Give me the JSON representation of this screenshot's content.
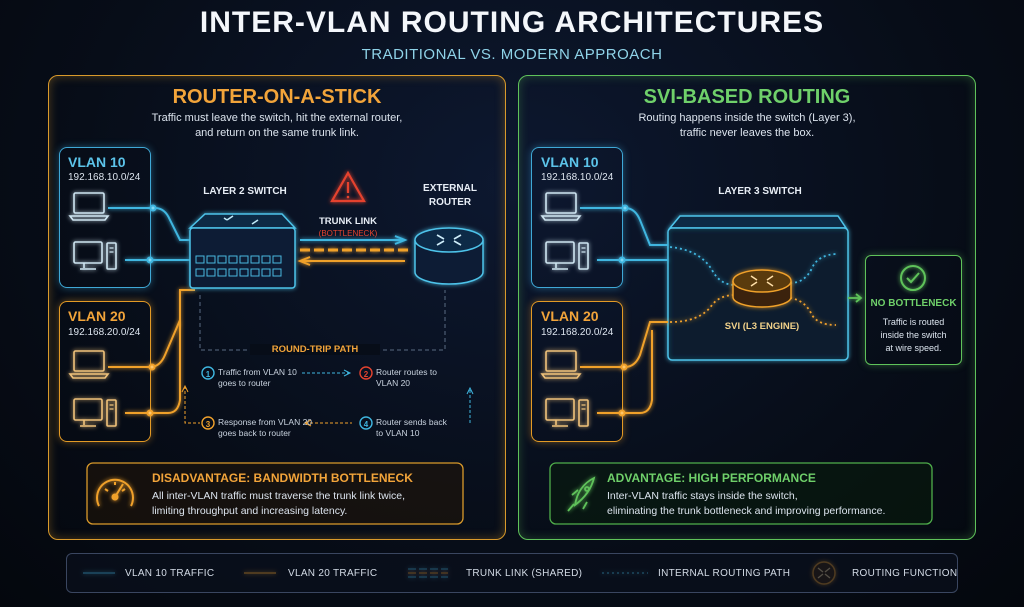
{
  "title": "INTER-VLAN ROUTING ARCHITECTURES",
  "subtitle": "TRADITIONAL VS. MODERN APPROACH",
  "left": {
    "title": "ROUTER-ON-A-STICK",
    "desc_line1": "Traffic must leave the switch, hit the external router,",
    "desc_line2": "and return on the same trunk link.",
    "vlan10": {
      "name": "VLAN 10",
      "subnet": "192.168.10.0/24"
    },
    "vlan20": {
      "name": "VLAN 20",
      "subnet": "192.168.20.0/24"
    },
    "switch_label": "LAYER 2 SWITCH",
    "router_label_1": "EXTERNAL",
    "router_label_2": "ROUTER",
    "trunk_label": "TRUNK LINK",
    "trunk_sub": "(BOTTLENECK)",
    "roundtrip": "ROUND-TRIP PATH",
    "steps": [
      {
        "num": "1",
        "line1": "Traffic from VLAN 10",
        "line2": "goes to router"
      },
      {
        "num": "2",
        "line1": "Router routes to",
        "line2": "VLAN 20"
      },
      {
        "num": "3",
        "line1": "Response from VLAN 20",
        "line2": "goes back to router"
      },
      {
        "num": "4",
        "line1": "Router sends back",
        "line2": "to VLAN 10"
      }
    ],
    "adv_title": "DISADVANTAGE: BANDWIDTH BOTTLENECK",
    "adv_line1": "All inter-VLAN traffic must traverse the trunk link twice,",
    "adv_line2": "limiting throughput and increasing latency."
  },
  "right": {
    "title": "SVI-BASED ROUTING",
    "desc_line1": "Routing happens inside the switch (Layer 3),",
    "desc_line2": "traffic never leaves the box.",
    "vlan10": {
      "name": "VLAN 10",
      "subnet": "192.168.10.0/24"
    },
    "vlan20": {
      "name": "VLAN 20",
      "subnet": "192.168.20.0/24"
    },
    "switch_label": "LAYER 3 SWITCH",
    "svi_label": "SVI (L3 ENGINE)",
    "nb_title": "NO BOTTLENECK",
    "nb_line1": "Traffic is routed",
    "nb_line2": "inside the switch",
    "nb_line3": "at wire speed.",
    "adv_title": "ADVANTAGE: HIGH PERFORMANCE",
    "adv_line1": "Inter-VLAN traffic stays inside the switch,",
    "adv_line2": "eliminating the trunk bottleneck and improving performance."
  },
  "legend": {
    "vlan10": "VLAN 10 TRAFFIC",
    "vlan20": "VLAN 20 TRAFFIC",
    "trunk": "TRUNK LINK (SHARED)",
    "internal": "INTERNAL ROUTING PATH",
    "routing": "ROUTING FUNCTION"
  },
  "colors": {
    "blue": "#3fb6e0",
    "orange": "#f0a12c",
    "green": "#5fc25a",
    "red": "#e5432f"
  },
  "icons": [
    "laptop-icon",
    "desktop-icon",
    "switch-icon",
    "router-icon",
    "warning-icon",
    "gauge-icon",
    "rocket-icon",
    "check-icon"
  ]
}
